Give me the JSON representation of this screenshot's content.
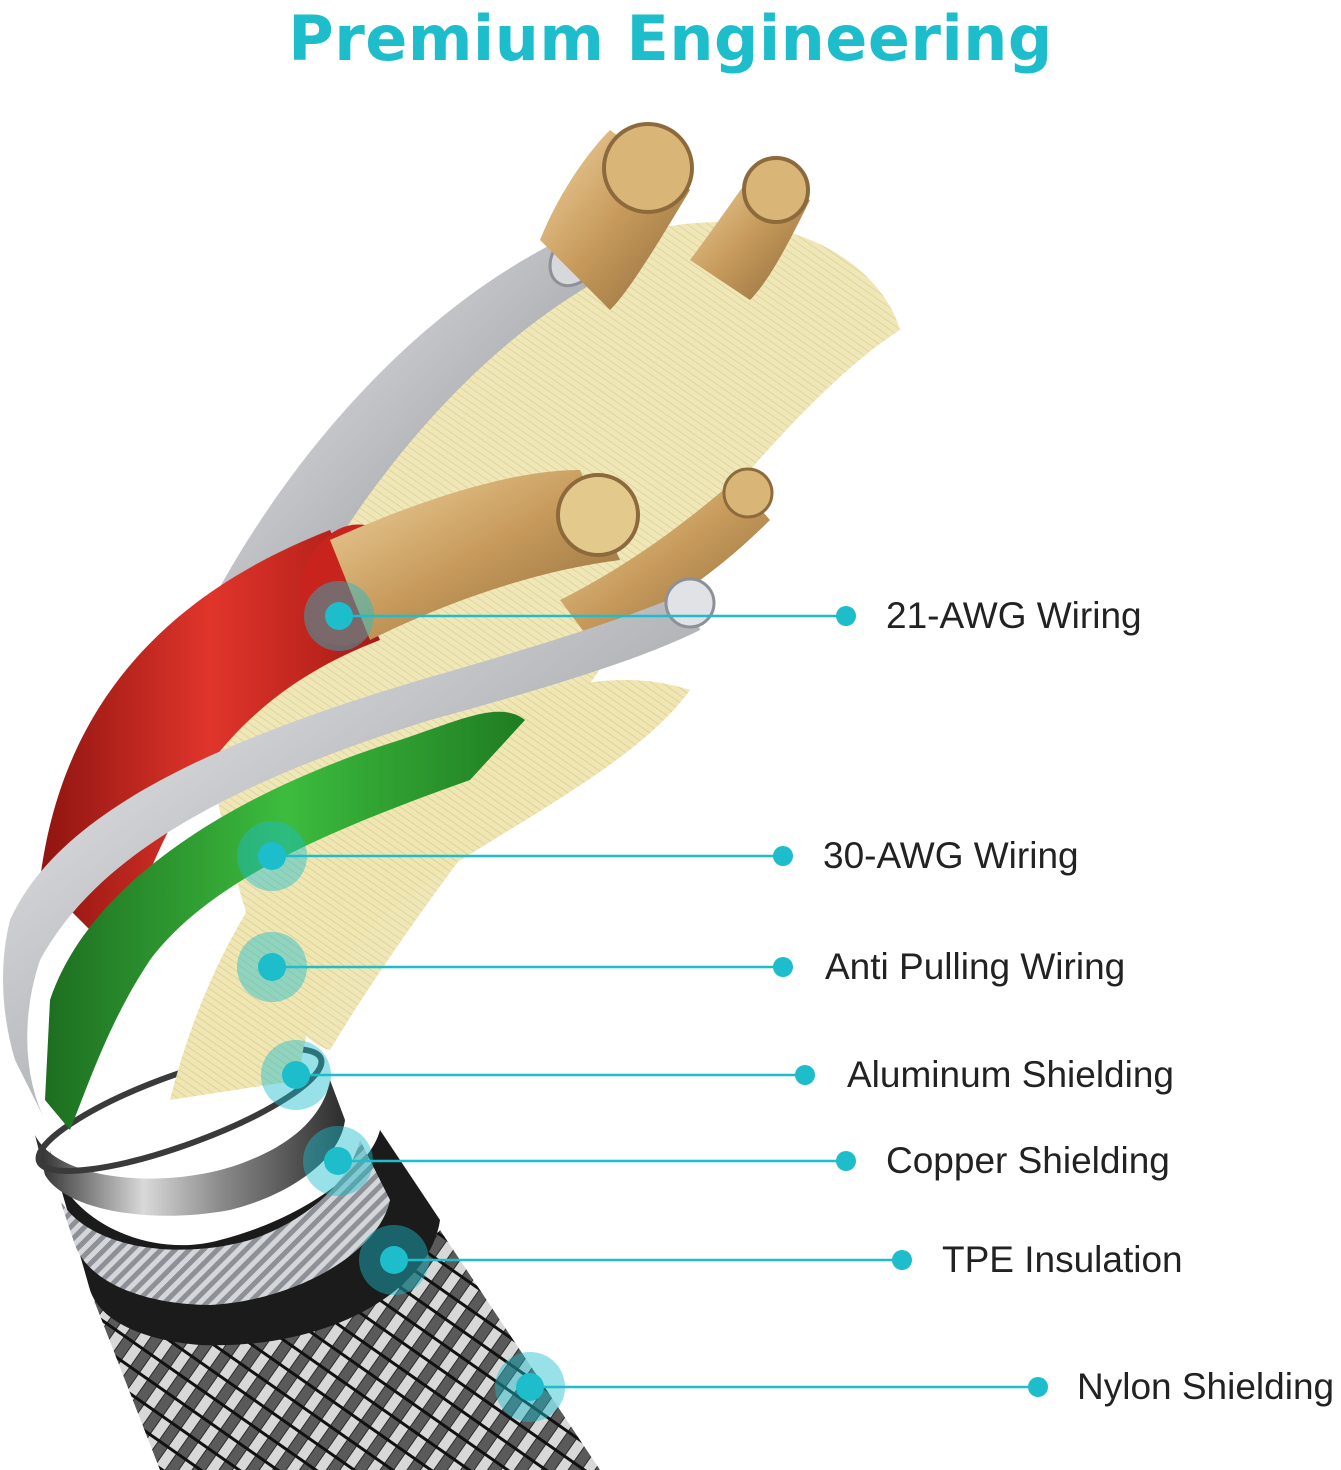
{
  "title": "Premium Engineering",
  "accent_color": "#1dbdcc",
  "callouts": [
    {
      "label": "21-AWG Wiring"
    },
    {
      "label": "30-AWG Wiring"
    },
    {
      "label": "Anti Pulling Wiring"
    },
    {
      "label": "Aluminum Shielding"
    },
    {
      "label": "Copper Shielding"
    },
    {
      "label": "TPE Insulation"
    },
    {
      "label": "Nylon Shielding"
    }
  ],
  "colors": {
    "copper": "#c9a064",
    "red_insulation": "#c8231d",
    "green_insulation": "#2a9a2c",
    "silver": "#b7b9bd",
    "kevlar": "#efe6b4",
    "tpe": "#1b1b1b"
  }
}
